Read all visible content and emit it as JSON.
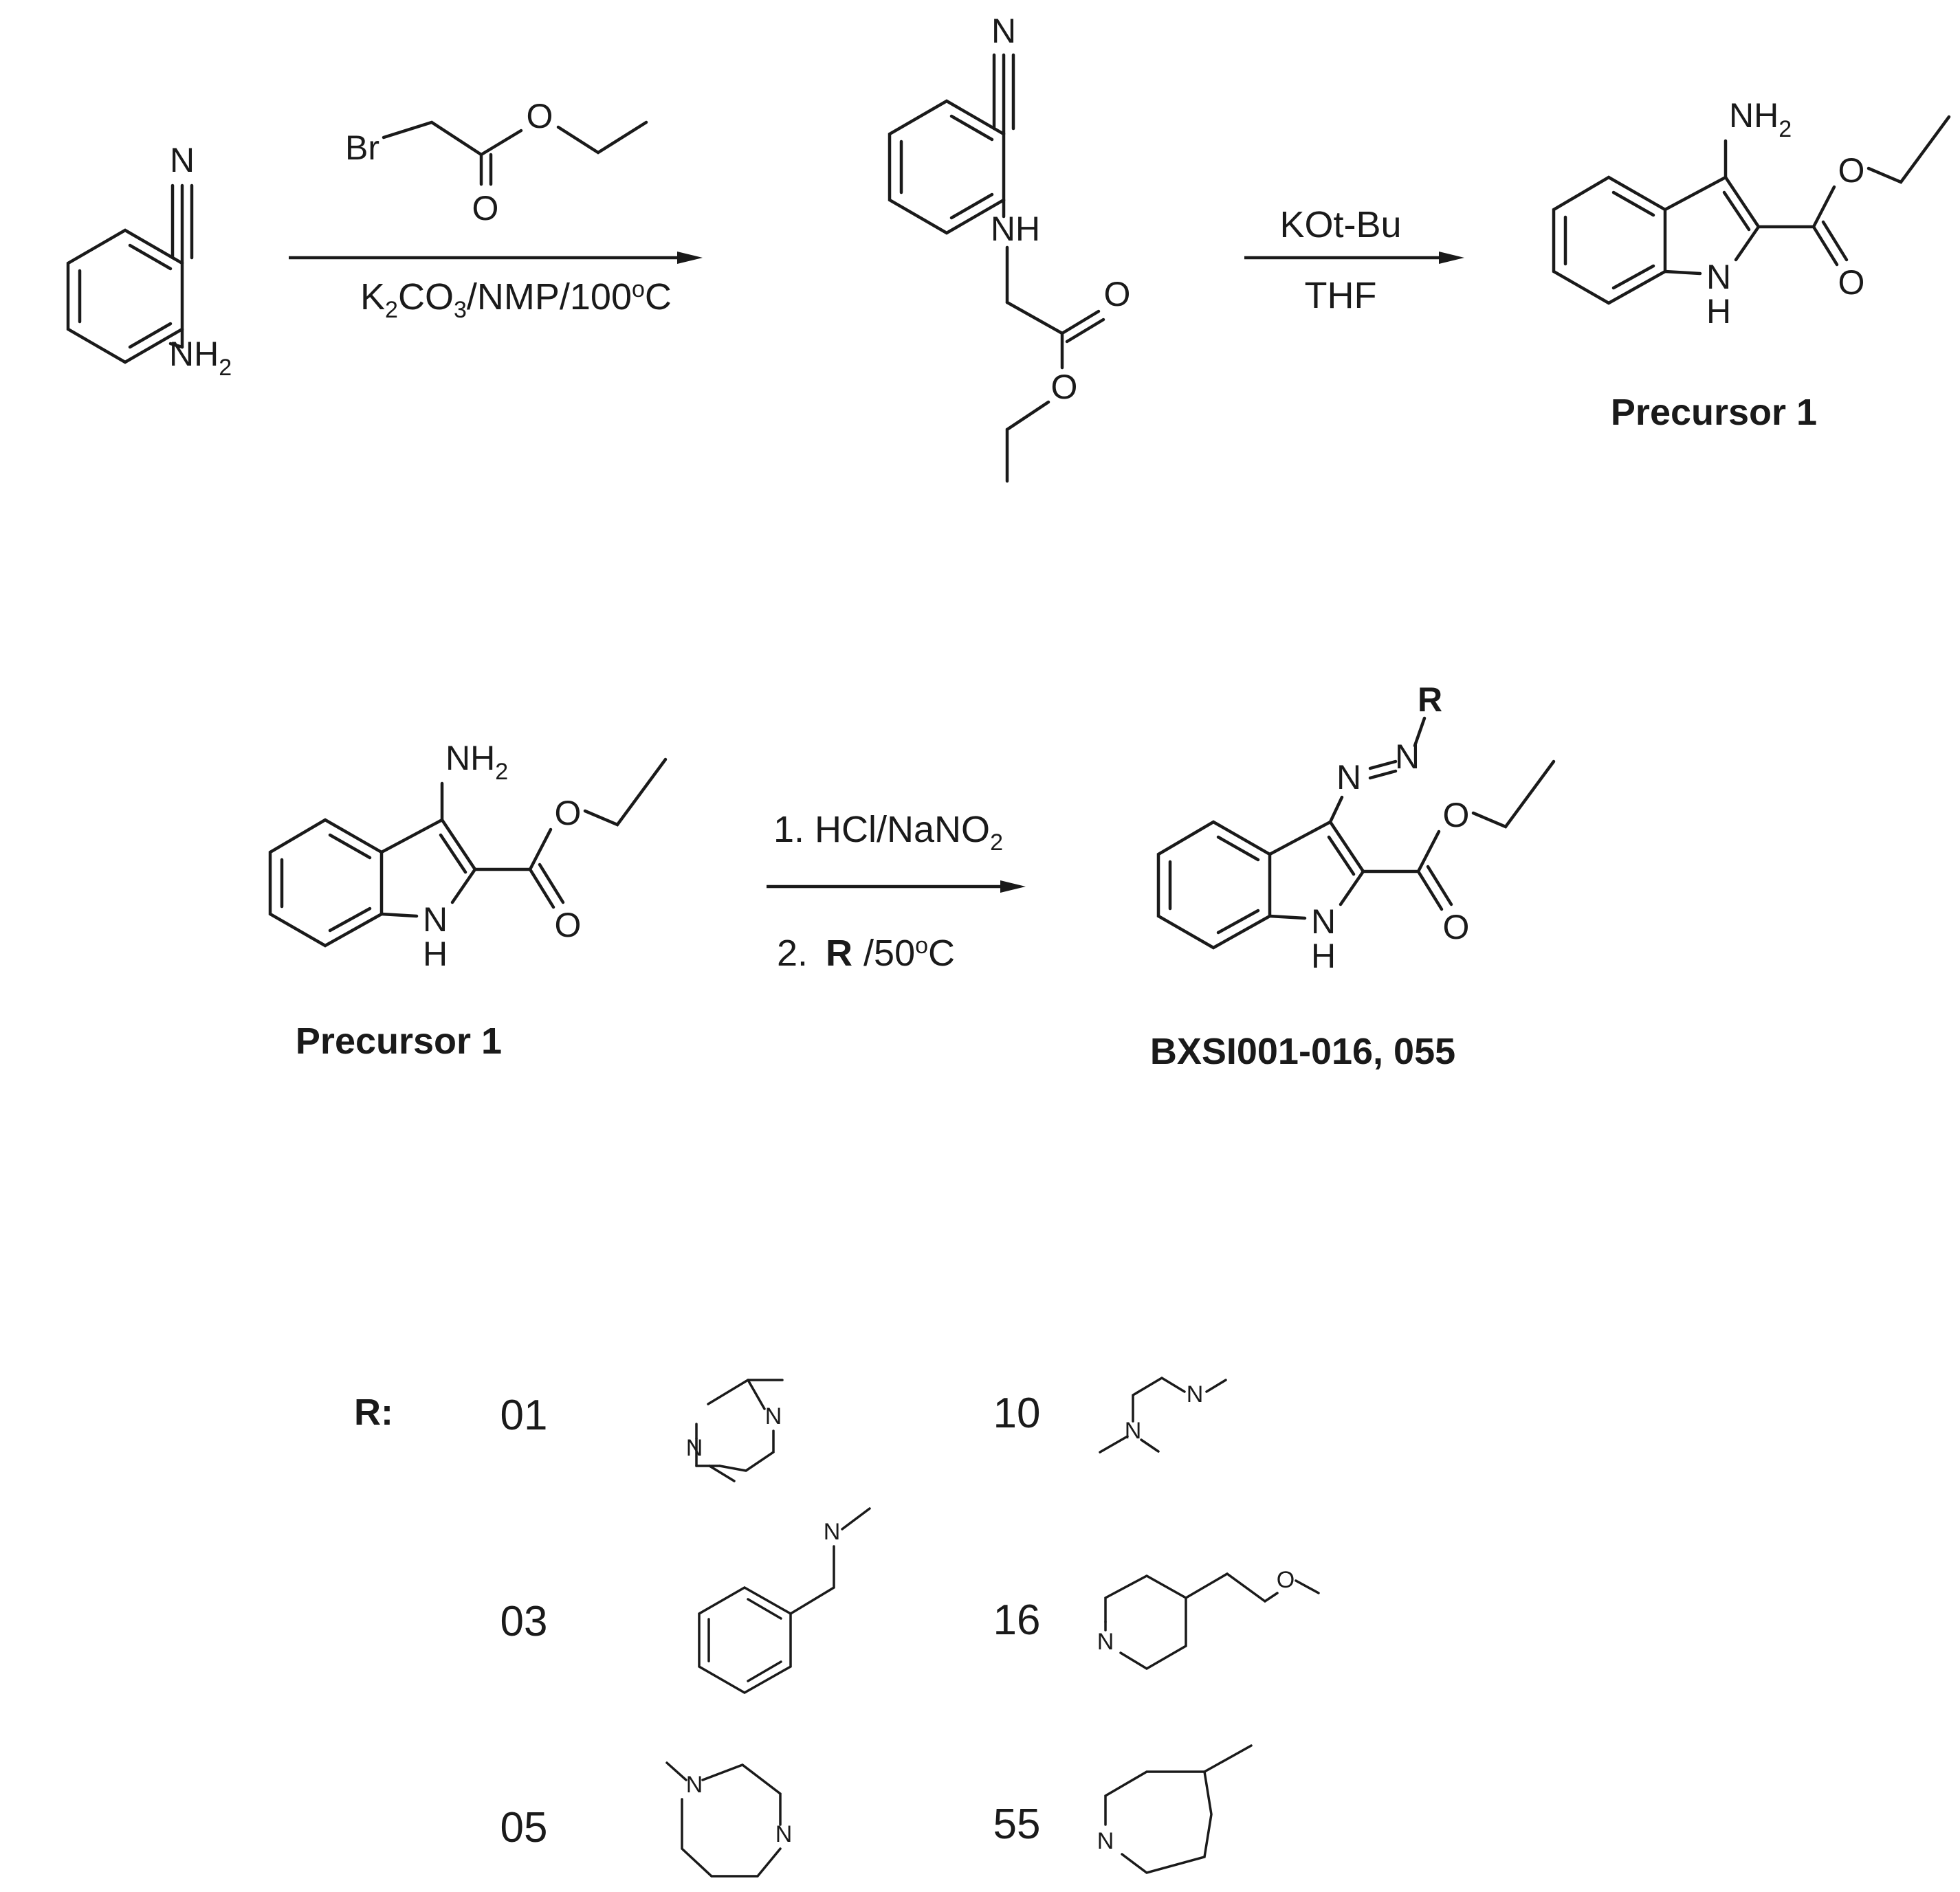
{
  "scheme1": {
    "sm_nitrile_n": "N",
    "sm_amine": "NH",
    "sm_amine_sub": "2",
    "reagent_br": "Br",
    "reagent_o_ether": "O",
    "reagent_o_carbonyl": "O",
    "cond1": {
      "k": "K",
      "k_sub": "2",
      "co": "CO",
      "co_sub": "3",
      "rest": "/NMP/100",
      "deg": "o",
      "c": "C"
    },
    "int_nitrile_n": "N",
    "int_nh": "NH",
    "int_o_carbonyl": "O",
    "int_o_ether": "O",
    "cond2_top": "KOt-Bu",
    "cond2_bottom": "THF",
    "p1_amine": "NH",
    "p1_amine_sub": "2",
    "p1_o_ether": "O",
    "p1_o_carbonyl": "O",
    "p1_n": "N",
    "p1_h": "H",
    "p1_caption": "Precursor 1"
  },
  "scheme2": {
    "sm_amine": "NH",
    "sm_amine_sub": "2",
    "sm_o_ether": "O",
    "sm_o_carbonyl": "O",
    "sm_n": "N",
    "sm_h": "H",
    "sm_caption": "Precursor 1",
    "step1_prefix": "1. HCl/NaNO",
    "step1_sub": "2",
    "step2_num": "2.",
    "step2_r": "R",
    "step2_rest": "/50",
    "step2_deg": "o",
    "step2_c": "C",
    "prod_r": "R",
    "prod_n1": "N",
    "prod_n2": "N",
    "prod_o_ether": "O",
    "prod_o_carbonyl": "O",
    "prod_n": "N",
    "prod_h": "H",
    "prod_caption": "BXSI001-016, 055"
  },
  "r_table": {
    "label": "R:",
    "entries": [
      {
        "code": "01",
        "atoms": [
          "N",
          "N"
        ]
      },
      {
        "code": "03",
        "atoms": [
          "N"
        ]
      },
      {
        "code": "05",
        "atoms": [
          "N",
          "N"
        ]
      },
      {
        "code": "10",
        "atoms": [
          "N",
          "N"
        ]
      },
      {
        "code": "16",
        "atoms": [
          "N",
          "O"
        ]
      },
      {
        "code": "55",
        "atoms": [
          "N"
        ]
      }
    ]
  }
}
